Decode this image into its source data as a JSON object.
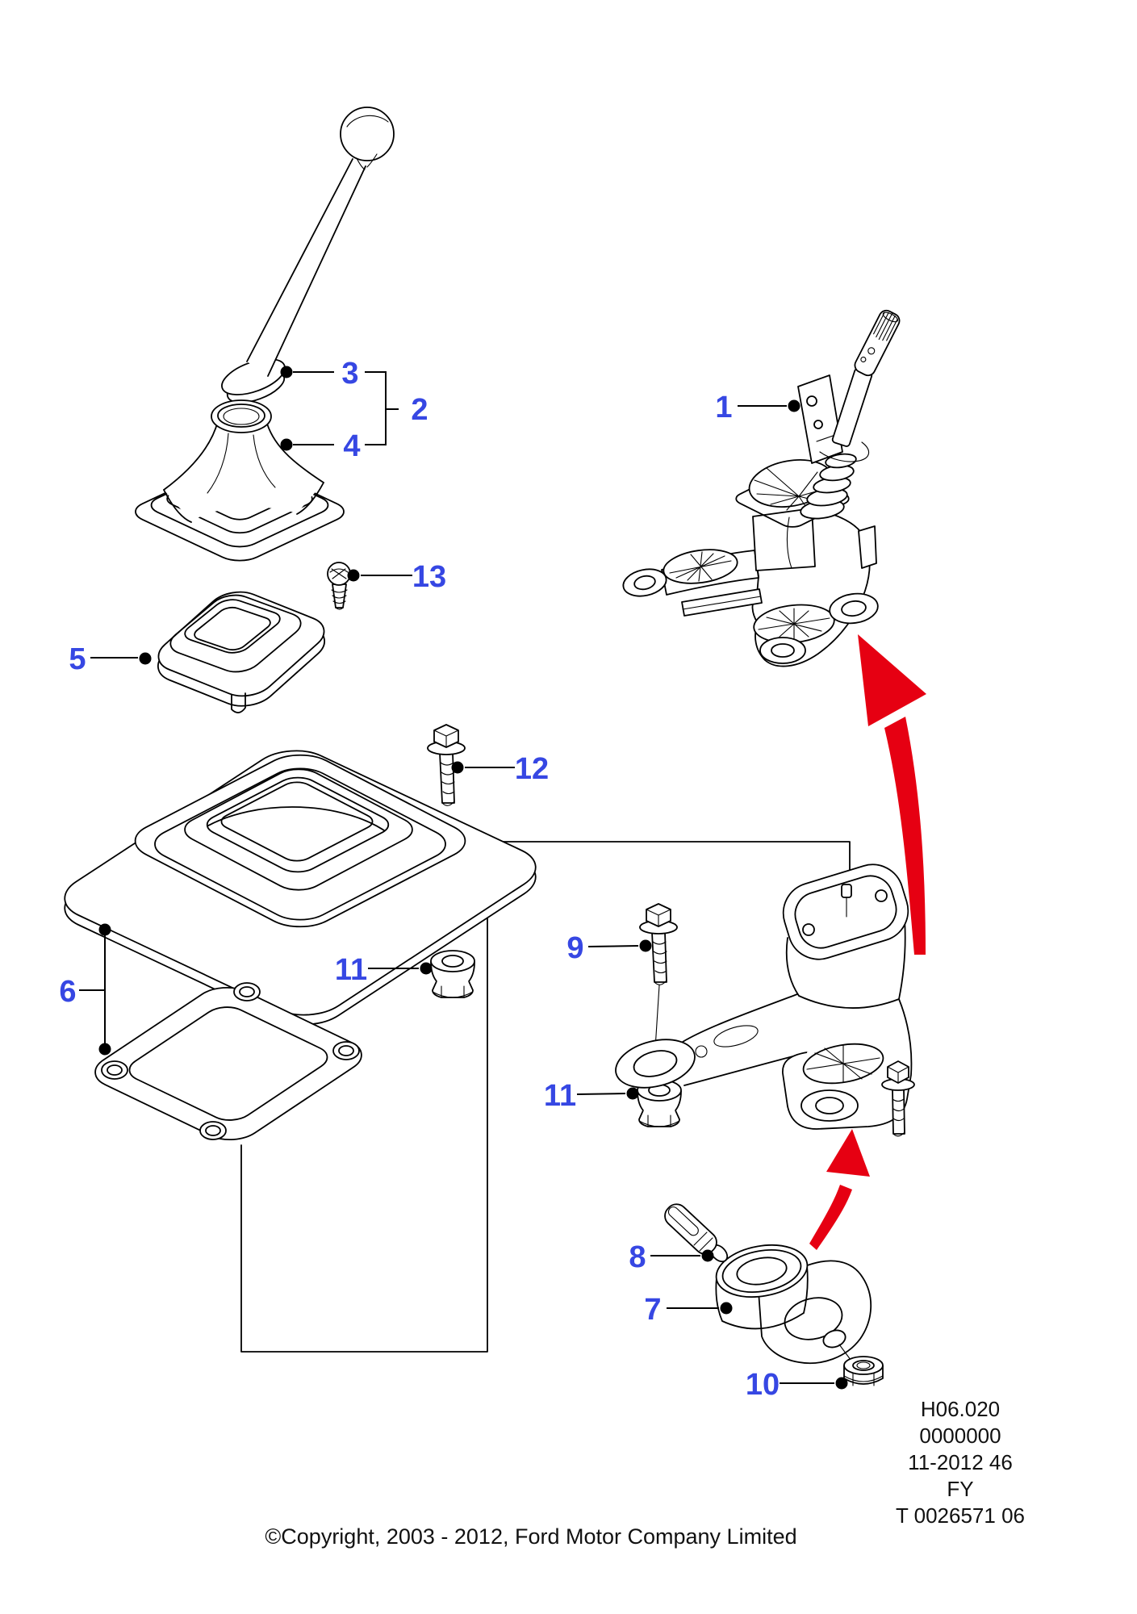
{
  "labels": [
    "1",
    "2",
    "3",
    "4",
    "5",
    "6",
    "7",
    "8",
    "9",
    "10",
    "11",
    "11",
    "12",
    "13"
  ],
  "info_lines": [
    "H06.020",
    "0000000",
    "11-2012 46",
    "FY",
    "T 0026571 06"
  ],
  "copyright": "©Copyright, 2003 - 2012, Ford Motor Company Limited",
  "colors": {
    "label_blue": "#3647e3",
    "arrow_red": "#e60012",
    "line_black": "#000000",
    "background": "#ffffff"
  }
}
